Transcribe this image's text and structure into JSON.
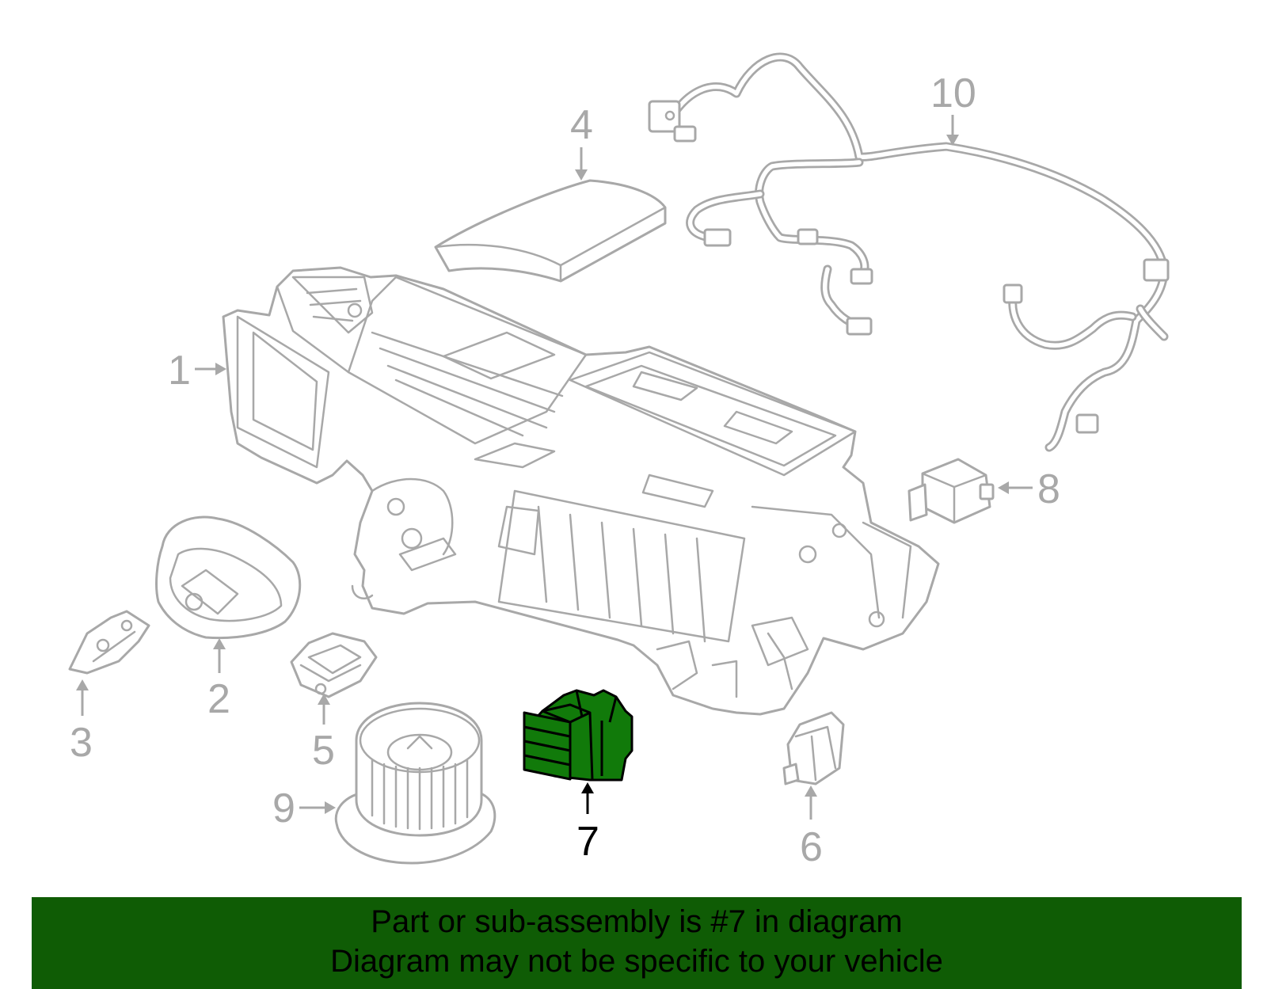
{
  "callouts": {
    "c1": "1",
    "c2": "2",
    "c3": "3",
    "c4": "4",
    "c5": "5",
    "c6": "6",
    "c7": "7",
    "c8": "8",
    "c9": "9",
    "c10": "10"
  },
  "highlight": {
    "part": "7",
    "fill_color": "#117a0a"
  },
  "banner": {
    "line1": "Part or sub-assembly is #7 in diagram",
    "line2": "Diagram may not be specific to your vehicle",
    "background": "#0f5c05"
  }
}
